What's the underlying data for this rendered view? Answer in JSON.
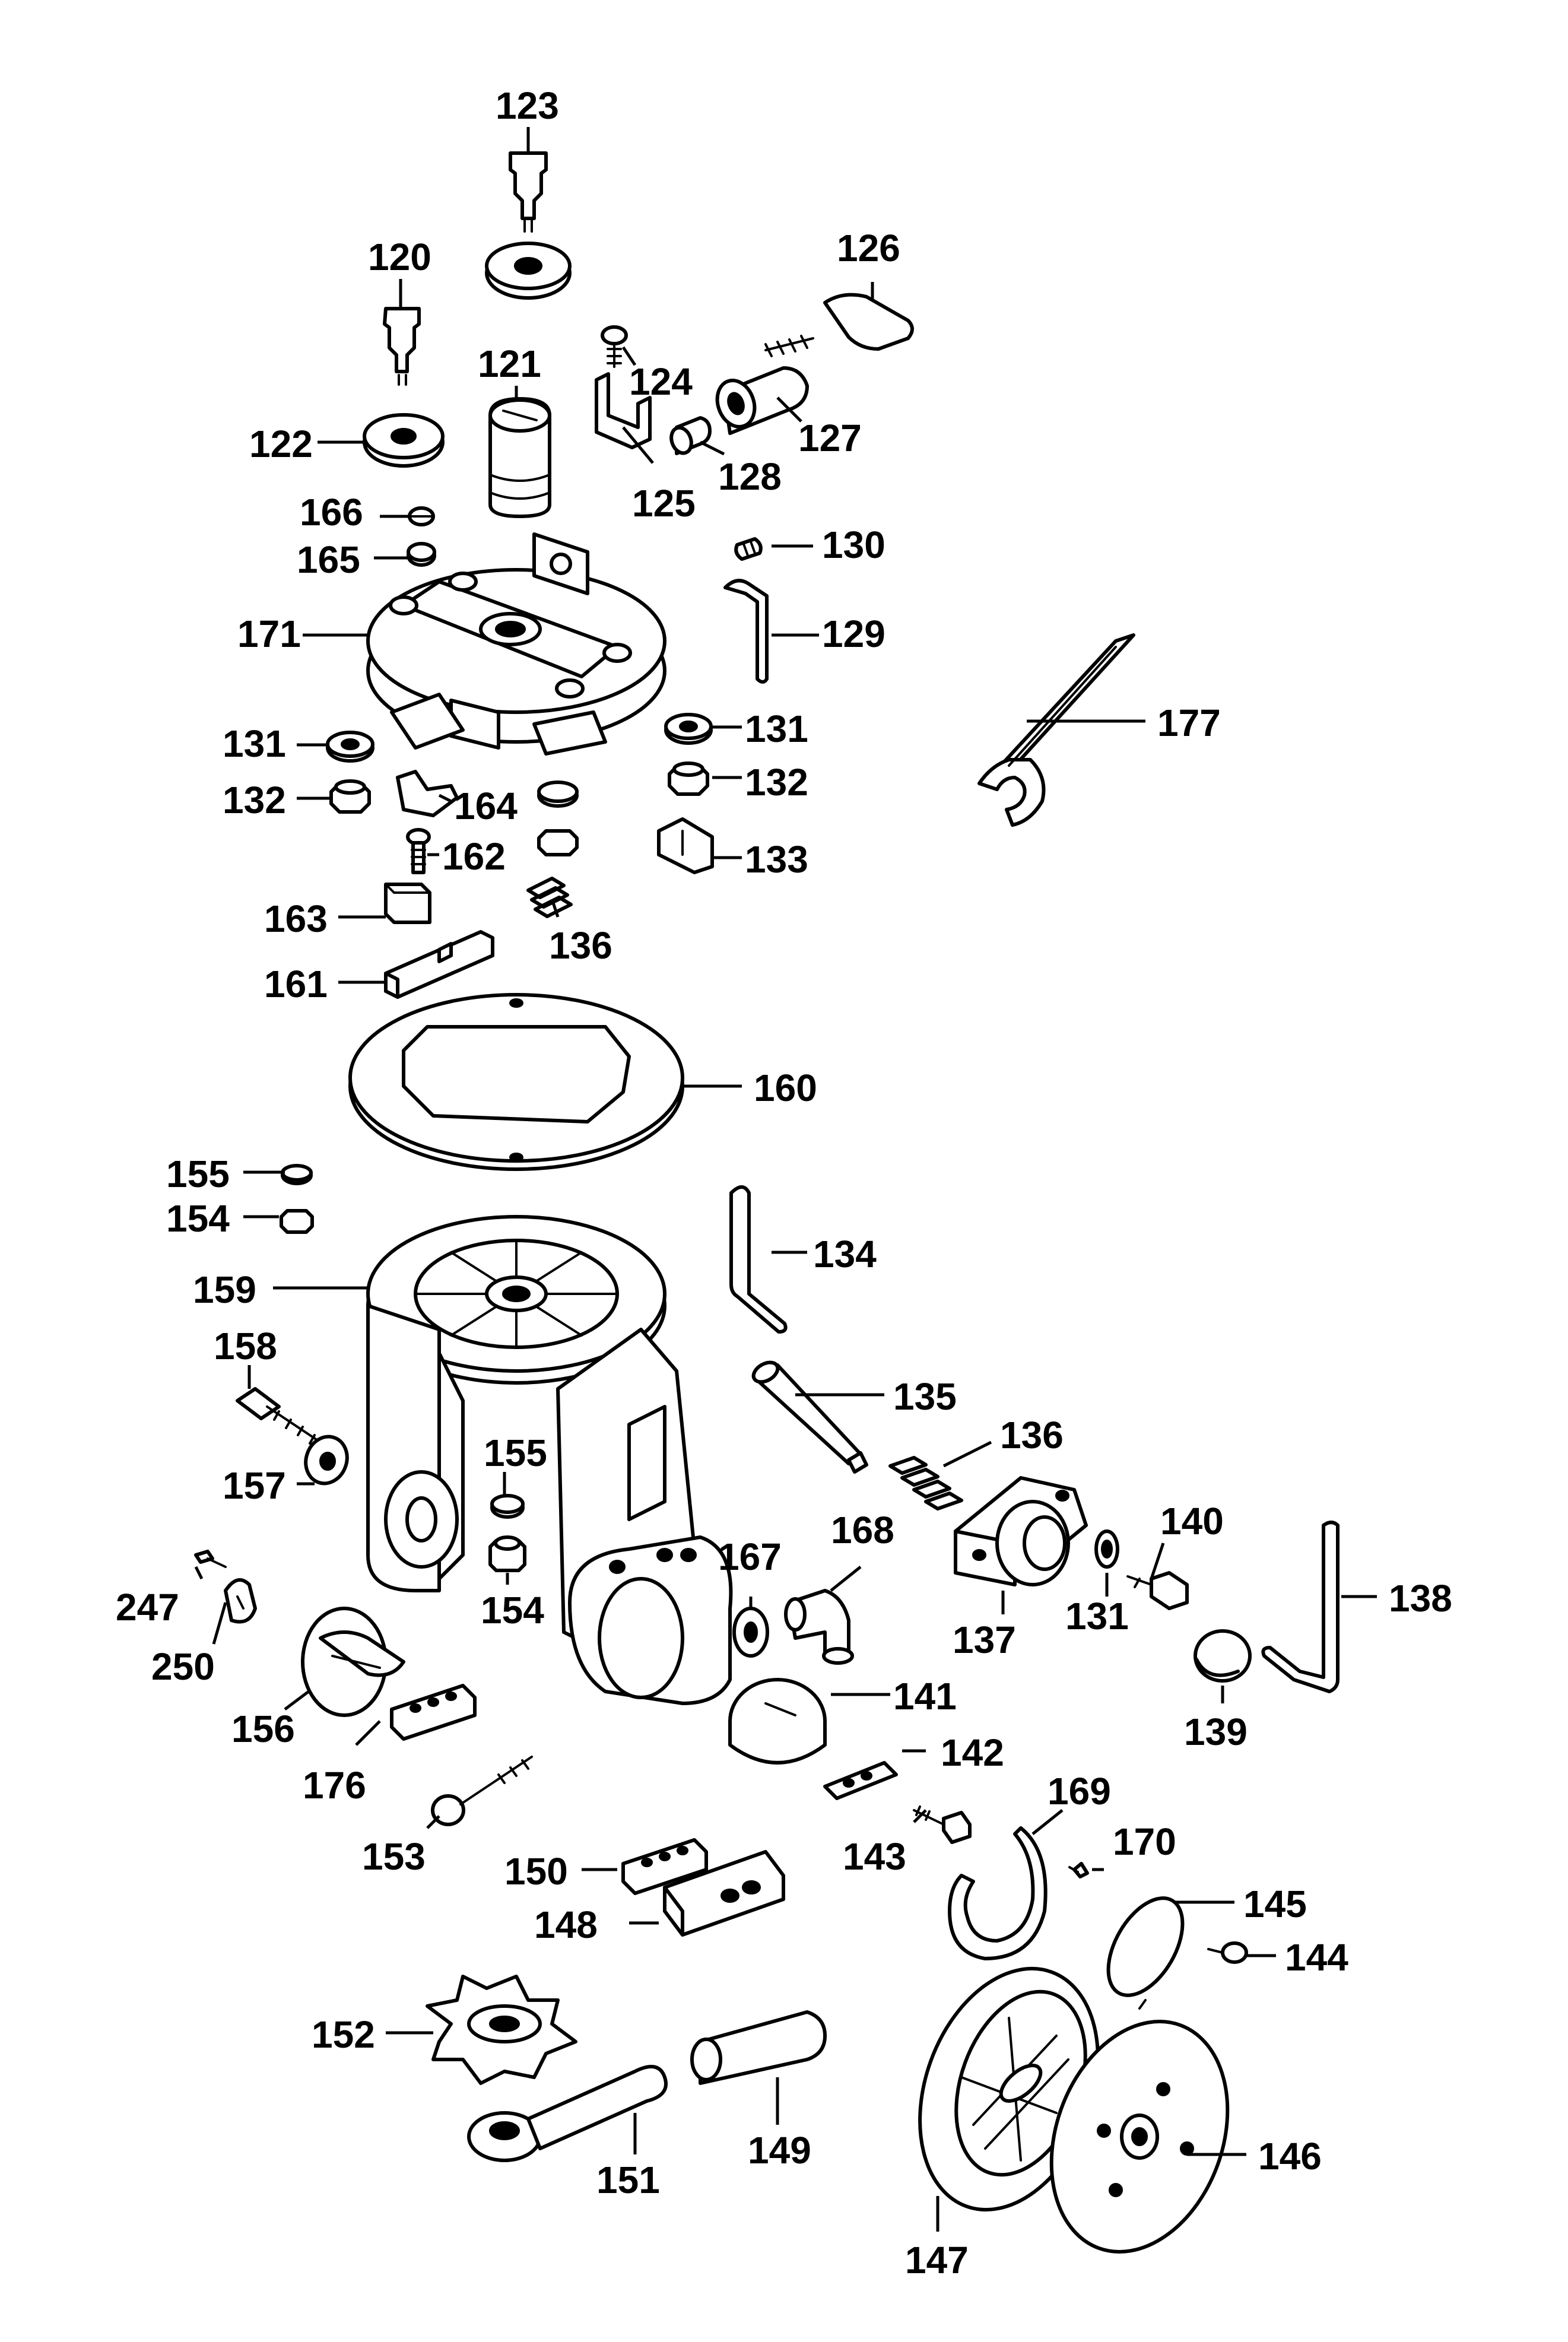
{
  "diagram": {
    "type": "exploded-parts-diagram",
    "callouts": [
      {
        "id": "c123",
        "label": "123"
      },
      {
        "id": "c120",
        "label": "120"
      },
      {
        "id": "c126",
        "label": "126"
      },
      {
        "id": "c121",
        "label": "121"
      },
      {
        "id": "c124",
        "label": "124"
      },
      {
        "id": "c122",
        "label": "122"
      },
      {
        "id": "c127",
        "label": "127"
      },
      {
        "id": "c128",
        "label": "128"
      },
      {
        "id": "c125",
        "label": "125"
      },
      {
        "id": "c166",
        "label": "166"
      },
      {
        "id": "c130",
        "label": "130"
      },
      {
        "id": "c165",
        "label": "165"
      },
      {
        "id": "c171",
        "label": "171"
      },
      {
        "id": "c129",
        "label": "129"
      },
      {
        "id": "c177",
        "label": "177"
      },
      {
        "id": "c131a",
        "label": "131"
      },
      {
        "id": "c131b",
        "label": "131"
      },
      {
        "id": "c132a",
        "label": "132"
      },
      {
        "id": "c132b",
        "label": "132"
      },
      {
        "id": "c164",
        "label": "164"
      },
      {
        "id": "c162",
        "label": "162"
      },
      {
        "id": "c133",
        "label": "133"
      },
      {
        "id": "c163",
        "label": "163"
      },
      {
        "id": "c136a",
        "label": "136"
      },
      {
        "id": "c161",
        "label": "161"
      },
      {
        "id": "c160",
        "label": "160"
      },
      {
        "id": "c155a",
        "label": "155"
      },
      {
        "id": "c154a",
        "label": "154"
      },
      {
        "id": "c134",
        "label": "134"
      },
      {
        "id": "c159",
        "label": "159"
      },
      {
        "id": "c158",
        "label": "158"
      },
      {
        "id": "c135",
        "label": "135"
      },
      {
        "id": "c136b",
        "label": "136"
      },
      {
        "id": "c157",
        "label": "157"
      },
      {
        "id": "c155b",
        "label": "155"
      },
      {
        "id": "c140",
        "label": "140"
      },
      {
        "id": "c168",
        "label": "168"
      },
      {
        "id": "c167",
        "label": "167"
      },
      {
        "id": "c138",
        "label": "138"
      },
      {
        "id": "c247",
        "label": "247"
      },
      {
        "id": "c154b",
        "label": "154"
      },
      {
        "id": "c131c",
        "label": "131"
      },
      {
        "id": "c137",
        "label": "137"
      },
      {
        "id": "c250",
        "label": "250"
      },
      {
        "id": "c141",
        "label": "141"
      },
      {
        "id": "c139",
        "label": "139"
      },
      {
        "id": "c156",
        "label": "156"
      },
      {
        "id": "c142",
        "label": "142"
      },
      {
        "id": "c176",
        "label": "176"
      },
      {
        "id": "c169",
        "label": "169"
      },
      {
        "id": "c153",
        "label": "153"
      },
      {
        "id": "c143",
        "label": "143"
      },
      {
        "id": "c170",
        "label": "170"
      },
      {
        "id": "c150",
        "label": "150"
      },
      {
        "id": "c145",
        "label": "145"
      },
      {
        "id": "c148",
        "label": "148"
      },
      {
        "id": "c144",
        "label": "144"
      },
      {
        "id": "c152",
        "label": "152"
      },
      {
        "id": "c149",
        "label": "149"
      },
      {
        "id": "c146",
        "label": "146"
      },
      {
        "id": "c151",
        "label": "151"
      },
      {
        "id": "c147",
        "label": "147"
      }
    ]
  }
}
